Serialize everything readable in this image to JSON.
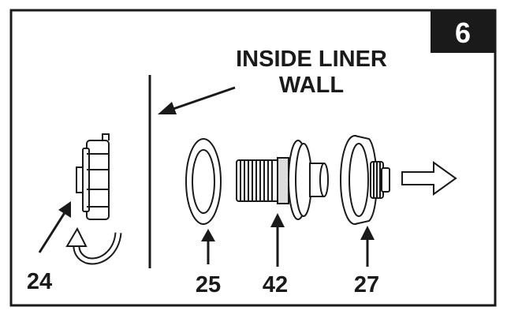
{
  "step": {
    "number": "6"
  },
  "wall_label": {
    "line1": "INSIDE LINER",
    "line2": "WALL"
  },
  "parts": [
    {
      "id": "24"
    },
    {
      "id": "25"
    },
    {
      "id": "42"
    },
    {
      "id": "27"
    }
  ],
  "colors": {
    "ink": "#1a1a1a",
    "background": "#ffffff",
    "badge": "#1a1a1a"
  }
}
